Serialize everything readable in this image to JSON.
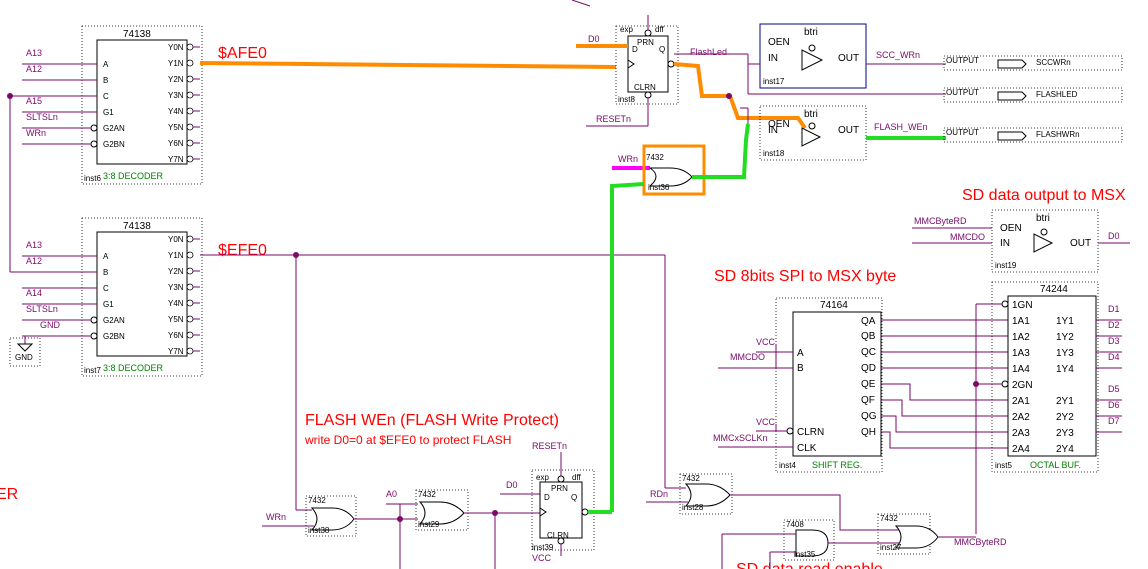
{
  "colors": {
    "wire": "#7a0a6a",
    "highlight_orange": "#ff8c00",
    "highlight_green": "#22dd22",
    "highlight_magenta": "#ff00ff",
    "annotation": "#ff0000"
  },
  "decoder1": {
    "title": "74138",
    "desc": "3:8 DECODER",
    "inst": "inst6",
    "inputs": [
      "A",
      "B",
      "C",
      "G1",
      "G2AN",
      "G2BN"
    ],
    "outputs": [
      "Y0N",
      "Y1N",
      "Y2N",
      "Y3N",
      "Y4N",
      "Y5N",
      "Y6N",
      "Y7N"
    ],
    "signals": [
      "A13",
      "A12",
      "A15",
      "SLTSLn",
      "WRn"
    ]
  },
  "decoder2": {
    "title": "74138",
    "desc": "3:8 DECODER",
    "inst": "inst7",
    "inputs": [
      "A",
      "B",
      "C",
      "G1",
      "G2AN",
      "G2BN"
    ],
    "outputs": [
      "Y0N",
      "Y1N",
      "Y2N",
      "Y3N",
      "Y4N",
      "Y5N",
      "Y6N",
      "Y7N"
    ],
    "signals": [
      "A13",
      "A12",
      "A14",
      "SLTSLn",
      "GND"
    ]
  },
  "gnd_label": "GND",
  "nets": {
    "afe0": "$AFE0",
    "efe0": "$EFE0"
  },
  "dff1": {
    "inst": "inst8",
    "exp": "exp",
    "dff": "dff",
    "prn": "PRN",
    "clrn": "CLRN",
    "d": "D",
    "q": "Q",
    "d_in": "D0",
    "q_out": "FlashLed",
    "reset": "RESETn"
  },
  "dff2": {
    "inst": "inst39",
    "exp": "exp",
    "dff": "dff",
    "prn": "PRN",
    "clrn": "CLRN",
    "d": "D",
    "q": "Q",
    "d_in": "D0",
    "reset": "RESETn",
    "vcc": "VCC"
  },
  "btri1": {
    "title": "btri",
    "oen": "OEN",
    "in": "IN",
    "out": "OUT",
    "inst": "inst17",
    "net": "SCC_WRn"
  },
  "btri2": {
    "title": "btri",
    "oen": "OEN",
    "in": "IN",
    "out": "OUT",
    "inst": "inst18",
    "net": "FLASH_WEn"
  },
  "btri3": {
    "title": "btri",
    "oen": "OEN",
    "in": "IN",
    "out": "OUT",
    "inst": "inst19",
    "oen_sig": "MMCByteRD",
    "in_sig": "MMCDO",
    "out_sig": "D0"
  },
  "outputs": [
    {
      "tag": "OUTPUT",
      "name": "SCCWRn"
    },
    {
      "tag": "OUTPUT",
      "name": "FLASHLED"
    },
    {
      "tag": "OUTPUT",
      "name": "FLASHWRn"
    }
  ],
  "or_gate": {
    "type": "7432",
    "inst": "inst36",
    "input": "WRn"
  },
  "or_gates": [
    {
      "type": "7432",
      "inst": "inst38",
      "input": "WRn"
    },
    {
      "type": "7432",
      "inst": "inst29",
      "input": "A0"
    },
    {
      "type": "7432",
      "inst": "inst28",
      "input": "RDn"
    },
    {
      "type": "7432",
      "inst": "inst27",
      "output": "MMCByteRD"
    }
  ],
  "and_gate": {
    "type": "7408",
    "inst": "inst35"
  },
  "shift": {
    "title": "74164",
    "desc": "SHIFT REG.",
    "inst": "inst4",
    "inputs": [
      "A",
      "B",
      "CLRN",
      "CLK"
    ],
    "outputs": [
      "QA",
      "QB",
      "QC",
      "QD",
      "QE",
      "QF",
      "QG",
      "QH"
    ],
    "sigs": [
      "VCC",
      "MMCDO",
      "VCC",
      "MMCxSCLKn"
    ]
  },
  "buf": {
    "title": "74244",
    "desc": "OCTAL BUF.",
    "inst": "inst5",
    "inputs": [
      "1GN",
      "1A1",
      "1A2",
      "1A3",
      "1A4",
      "2GN",
      "2A1",
      "2A2",
      "2A3",
      "2A4"
    ],
    "outputs": [
      "1Y1",
      "1Y2",
      "1Y3",
      "1Y4",
      "2Y1",
      "2Y2",
      "2Y3",
      "2Y4"
    ],
    "data": [
      "D1",
      "D2",
      "D3",
      "D4",
      "D5",
      "D6",
      "D7"
    ]
  },
  "annotations": {
    "sd_out": "SD data output to MSX",
    "sd_spi": "SD 8bits SPI to MSX byte",
    "flash_title": "FLASH WEn (FLASH Write Protect)",
    "flash_sub": "write D0=0 at $EFE0 to protect FLASH",
    "sd_read": "SD data read enable",
    "left_cut": "ER"
  }
}
